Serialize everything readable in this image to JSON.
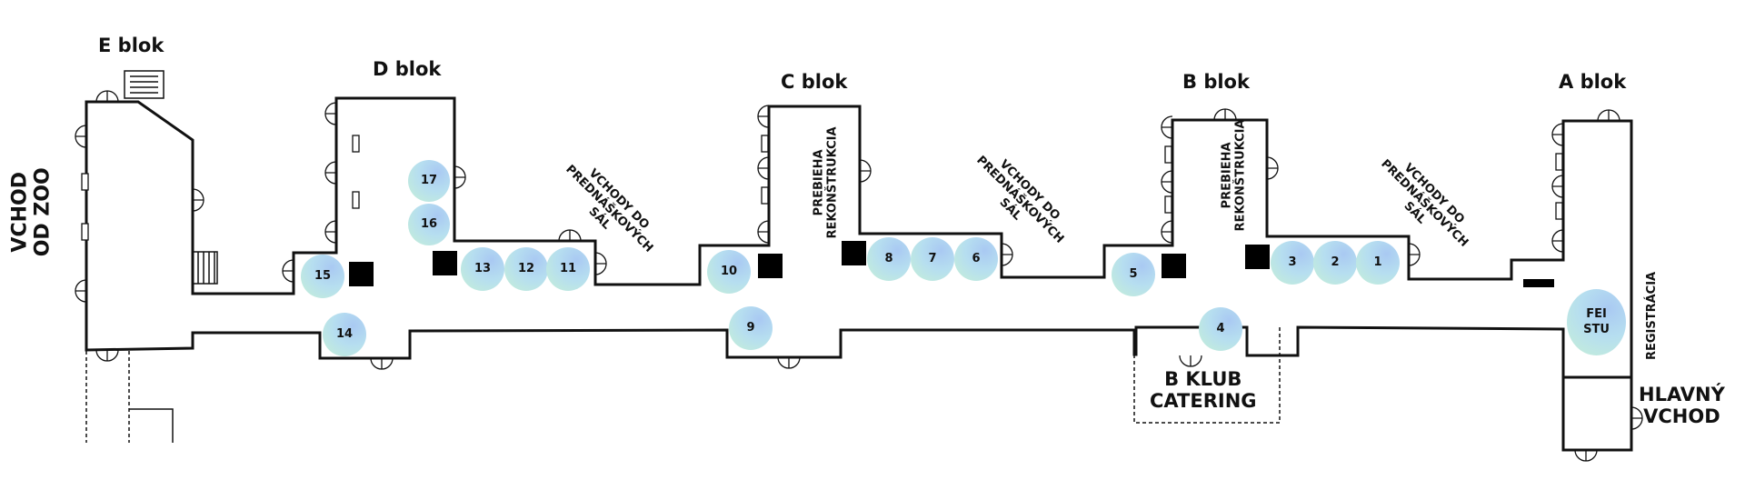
{
  "blocks": {
    "e": "E blok",
    "d": "D blok",
    "c": "C blok",
    "b": "B blok",
    "a": "A blok"
  },
  "entrances": {
    "zoo_line1": "VCHOD",
    "zoo_line2": "OD ZOO",
    "main_line1": "HLAVNÝ",
    "main_line2": "VCHOD",
    "registration": "REGISTRÁCIA"
  },
  "lecture_hall_entrances": {
    "line1": "VCHODY DO",
    "line2": "PREDNÁŠKOVÝCH",
    "line3": "SÁL"
  },
  "reconstruction": {
    "line1": "PREBIEHA",
    "line2": "REKONŠTRUKCIA"
  },
  "catering": {
    "line1": "B KLUB",
    "line2": "CATERING"
  },
  "stands": {
    "s1": "1",
    "s2": "2",
    "s3": "3",
    "s4": "4",
    "s5": "5",
    "s6": "6",
    "s7": "7",
    "s8": "8",
    "s9": "9",
    "s10": "10",
    "s11": "11",
    "s12": "12",
    "s13": "13",
    "s14": "14",
    "s15": "15",
    "s16": "16",
    "s17": "17",
    "fei_line1": "FEI",
    "fei_line2": "STU"
  },
  "colors": {
    "stand_blue": "#a9c9f2",
    "stand_green": "#c6f0d6",
    "walls": "#111111",
    "vendor_box": "#000000"
  }
}
